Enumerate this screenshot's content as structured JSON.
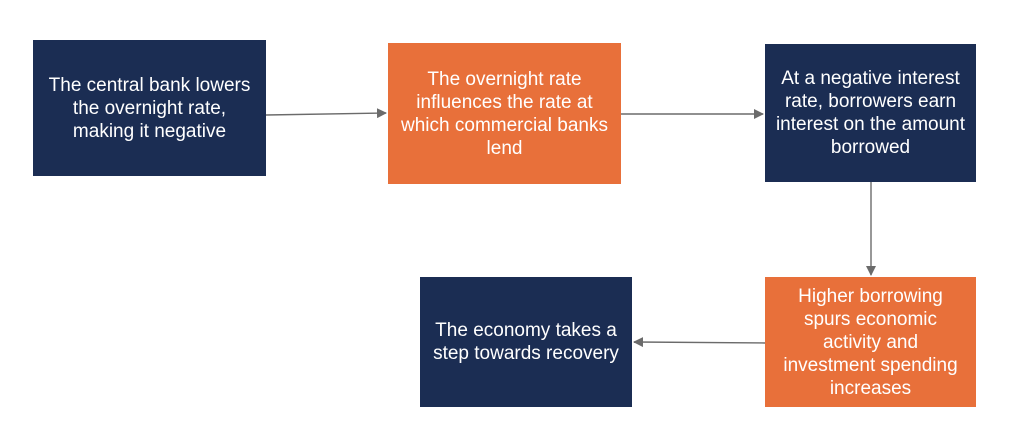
{
  "colors": {
    "navy": "#1b2d53",
    "orange": "#e8703a",
    "arrow": "#6b6b6b"
  },
  "nodes": [
    {
      "text": "The central bank lowers the overnight rate, making it negative",
      "fill": "navy"
    },
    {
      "text": "The overnight rate influences the rate at which commercial banks lend",
      "fill": "orange"
    },
    {
      "text": "At a negative interest rate, borrowers earn interest on the amount borrowed",
      "fill": "navy"
    },
    {
      "text": "Higher borrowing spurs economic activity and investment spending increases",
      "fill": "orange"
    },
    {
      "text": "The economy takes a step towards recovery",
      "fill": "navy"
    }
  ]
}
